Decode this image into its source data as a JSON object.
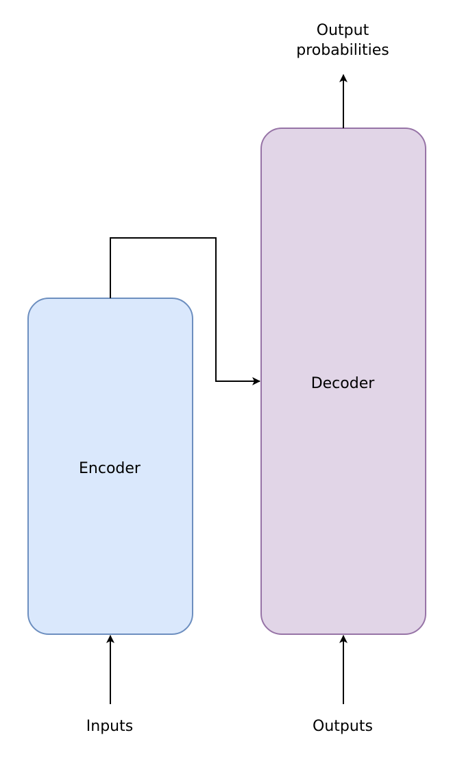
{
  "diagram": {
    "nodes": {
      "encoder": {
        "label": "Encoder",
        "fill": "#dae8fc",
        "stroke": "#6c8ebf"
      },
      "decoder": {
        "label": "Decoder",
        "fill": "#e1d5e7",
        "stroke": "#9673a6"
      }
    },
    "labels": {
      "inputs": "Inputs",
      "outputs": "Outputs",
      "output_probabilities_line1": "Output",
      "output_probabilities_line2": "probabilities"
    },
    "edges": [
      {
        "from": "Inputs",
        "to": "Encoder"
      },
      {
        "from": "Outputs",
        "to": "Decoder"
      },
      {
        "from": "Encoder",
        "to": "Decoder"
      },
      {
        "from": "Decoder",
        "to": "Output probabilities"
      }
    ],
    "edge_color": "#000000"
  }
}
